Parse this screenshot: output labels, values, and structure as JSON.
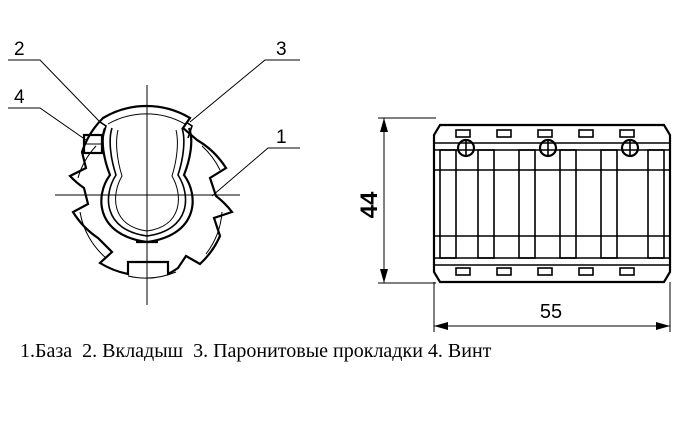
{
  "front_view": {
    "callouts": [
      {
        "label": "1"
      },
      {
        "label": "2"
      },
      {
        "label": "3"
      },
      {
        "label": "4"
      }
    ]
  },
  "side_view": {
    "height_dimension": "44",
    "width_dimension": "55"
  },
  "caption": "1.База  2. Вкладыш  3. Паронитовые прокладки 4. Винт",
  "colors": {
    "line": "#000000",
    "background": "#ffffff"
  }
}
